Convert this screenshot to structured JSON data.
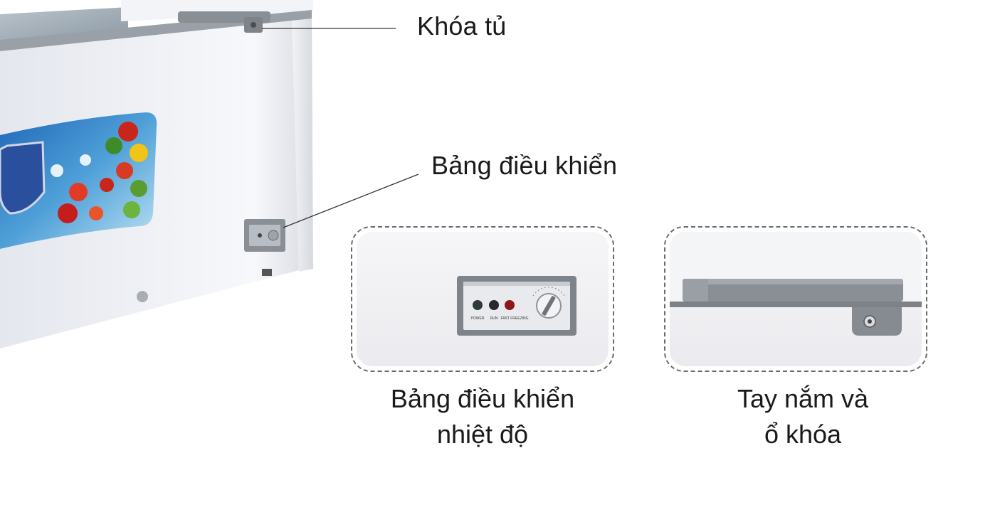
{
  "callouts": {
    "lock": "Khóa tủ",
    "control_panel": "Bảng điều khiển"
  },
  "details": [
    {
      "caption_line1": "Bảng điều khiển",
      "caption_line2": "nhiệt độ"
    },
    {
      "caption_line1": "Tay nắm và",
      "caption_line2": "ổ khóa"
    }
  ],
  "panel_labels": [
    "POWER",
    "RUN",
    "FAST FREEZING"
  ],
  "colors": {
    "cabinet": "#eef0f4",
    "trim_gray": "#8a8e95",
    "dashed_border": "#6b6b6b",
    "text": "#1a1a1a"
  }
}
